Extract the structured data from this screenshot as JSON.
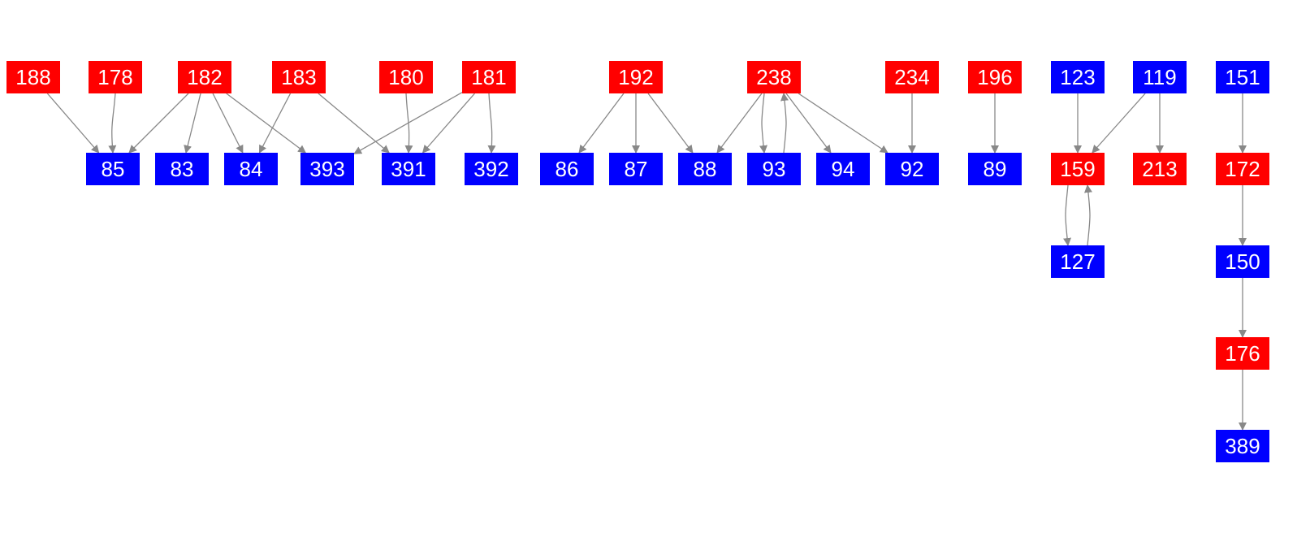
{
  "colors": {
    "red": "#ff0000",
    "blue": "#0000ff",
    "edge": "#888888",
    "text": "#ffffff"
  },
  "nodes": [
    {
      "id": "188",
      "color": "red"
    },
    {
      "id": "178",
      "color": "red"
    },
    {
      "id": "182",
      "color": "red"
    },
    {
      "id": "183",
      "color": "red"
    },
    {
      "id": "180",
      "color": "red"
    },
    {
      "id": "181",
      "color": "red"
    },
    {
      "id": "192",
      "color": "red"
    },
    {
      "id": "238",
      "color": "red"
    },
    {
      "id": "234",
      "color": "red"
    },
    {
      "id": "196",
      "color": "red"
    },
    {
      "id": "123",
      "color": "blue"
    },
    {
      "id": "119",
      "color": "blue"
    },
    {
      "id": "151",
      "color": "blue"
    },
    {
      "id": "85",
      "color": "blue"
    },
    {
      "id": "83",
      "color": "blue"
    },
    {
      "id": "84",
      "color": "blue"
    },
    {
      "id": "393",
      "color": "blue"
    },
    {
      "id": "391",
      "color": "blue"
    },
    {
      "id": "392",
      "color": "blue"
    },
    {
      "id": "86",
      "color": "blue"
    },
    {
      "id": "87",
      "color": "blue"
    },
    {
      "id": "88",
      "color": "blue"
    },
    {
      "id": "93",
      "color": "blue"
    },
    {
      "id": "94",
      "color": "blue"
    },
    {
      "id": "92",
      "color": "blue"
    },
    {
      "id": "89",
      "color": "blue"
    },
    {
      "id": "159",
      "color": "red"
    },
    {
      "id": "213",
      "color": "red"
    },
    {
      "id": "172",
      "color": "red"
    },
    {
      "id": "127",
      "color": "blue"
    },
    {
      "id": "150",
      "color": "blue"
    },
    {
      "id": "176",
      "color": "red"
    },
    {
      "id": "389",
      "color": "blue"
    }
  ],
  "edges": [
    {
      "from": "188",
      "to": "85"
    },
    {
      "from": "178",
      "to": "85"
    },
    {
      "from": "182",
      "to": "85"
    },
    {
      "from": "182",
      "to": "83"
    },
    {
      "from": "182",
      "to": "84"
    },
    {
      "from": "182",
      "to": "393"
    },
    {
      "from": "183",
      "to": "84"
    },
    {
      "from": "183",
      "to": "391"
    },
    {
      "from": "180",
      "to": "391"
    },
    {
      "from": "181",
      "to": "393"
    },
    {
      "from": "181",
      "to": "391"
    },
    {
      "from": "181",
      "to": "392"
    },
    {
      "from": "192",
      "to": "86"
    },
    {
      "from": "192",
      "to": "87"
    },
    {
      "from": "192",
      "to": "88"
    },
    {
      "from": "238",
      "to": "88"
    },
    {
      "from": "238",
      "to": "93"
    },
    {
      "from": "93",
      "to": "238"
    },
    {
      "from": "238",
      "to": "94"
    },
    {
      "from": "238",
      "to": "92"
    },
    {
      "from": "234",
      "to": "92"
    },
    {
      "from": "196",
      "to": "89"
    },
    {
      "from": "123",
      "to": "159"
    },
    {
      "from": "119",
      "to": "159"
    },
    {
      "from": "119",
      "to": "213"
    },
    {
      "from": "159",
      "to": "127"
    },
    {
      "from": "127",
      "to": "159"
    },
    {
      "from": "151",
      "to": "172"
    },
    {
      "from": "172",
      "to": "150"
    },
    {
      "from": "150",
      "to": "176"
    },
    {
      "from": "176",
      "to": "389"
    }
  ]
}
